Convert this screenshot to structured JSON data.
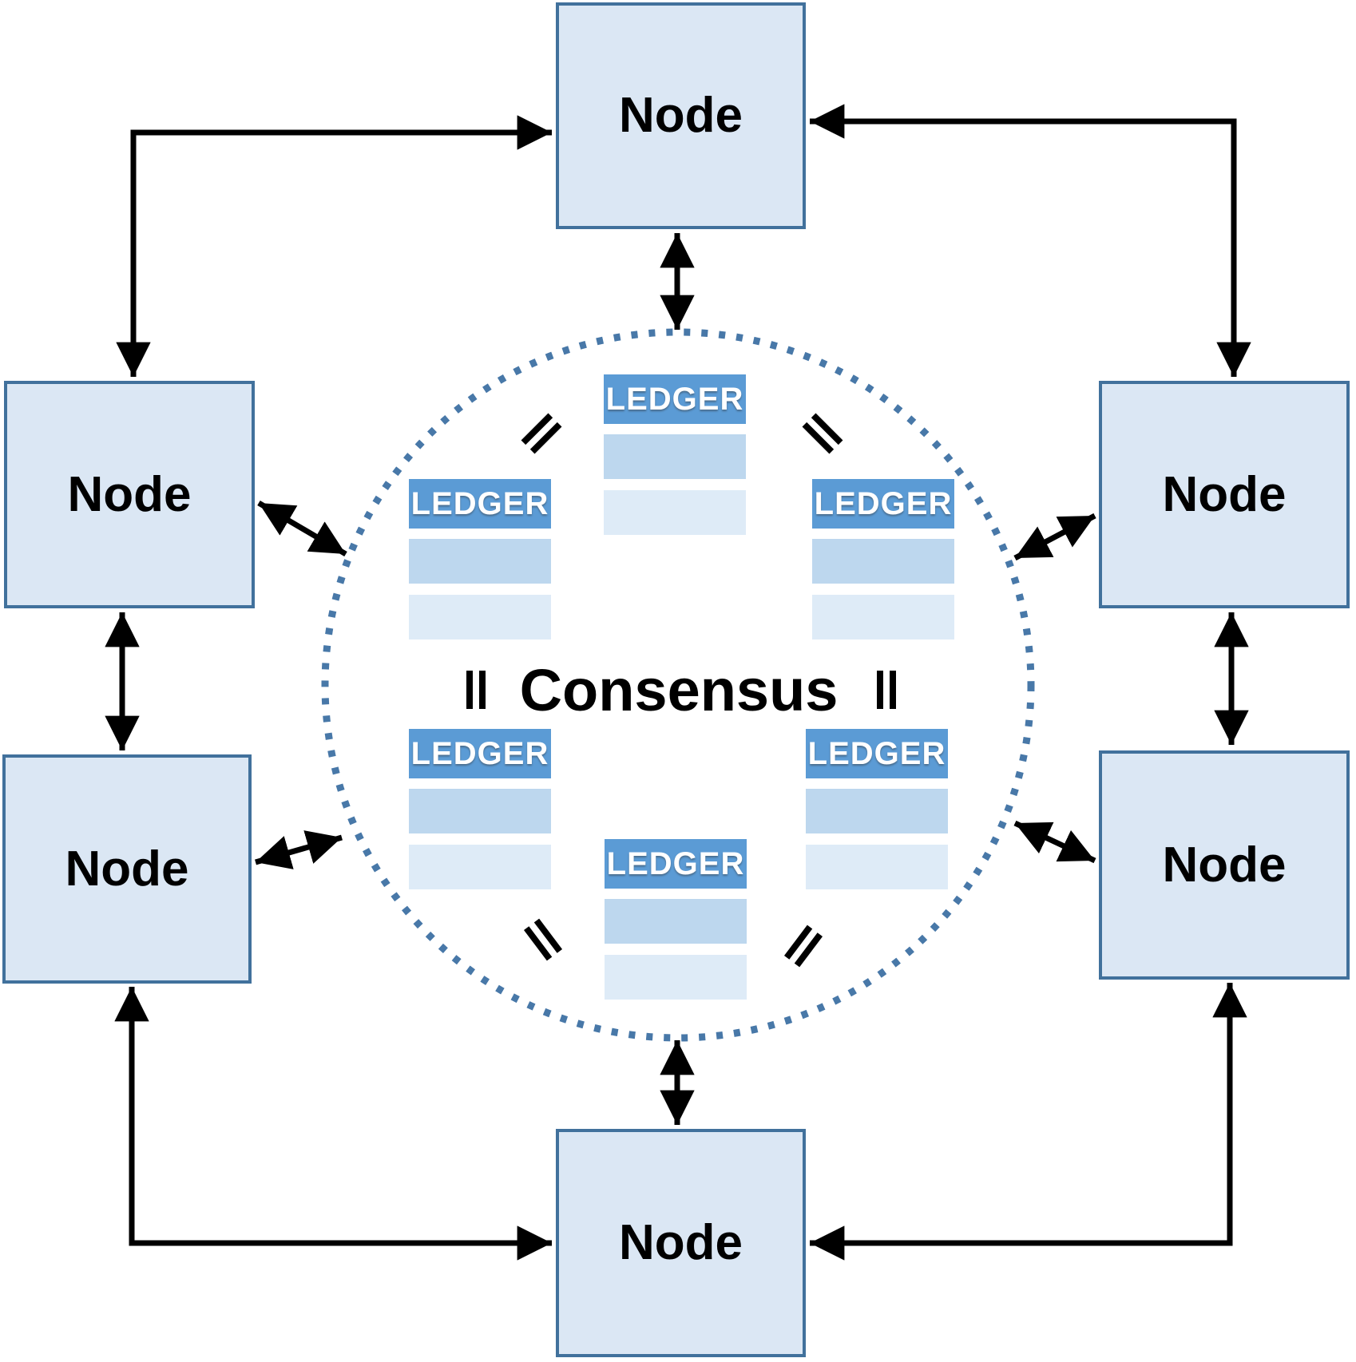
{
  "diagram": {
    "center_label": "Consensus",
    "equivalence_symbol": "=",
    "nodes": [
      {
        "id": "top",
        "label": "Node"
      },
      {
        "id": "left-upper",
        "label": "Node"
      },
      {
        "id": "right-upper",
        "label": "Node"
      },
      {
        "id": "left-lower",
        "label": "Node"
      },
      {
        "id": "right-lower",
        "label": "Node"
      },
      {
        "id": "bottom",
        "label": "Node"
      }
    ],
    "ledgers": [
      {
        "id": "top-center",
        "label": "LEDGER"
      },
      {
        "id": "left-upper",
        "label": "LEDGER"
      },
      {
        "id": "right-upper",
        "label": "LEDGER"
      },
      {
        "id": "left-lower",
        "label": "LEDGER"
      },
      {
        "id": "right-lower",
        "label": "LEDGER"
      },
      {
        "id": "bottom-center",
        "label": "LEDGER"
      }
    ]
  },
  "colors": {
    "node-fill": "#DBE7F4",
    "node-border": "#41719C",
    "ledger-header": "#5B9BD5",
    "ledger-row-mid": "#BDD7EE",
    "ledger-row-light": "#DEEBF7",
    "ledger-text": "#FFFFFF",
    "circle-dot": "#4878A8",
    "arrow": "#000000",
    "label-text": "#000000"
  }
}
